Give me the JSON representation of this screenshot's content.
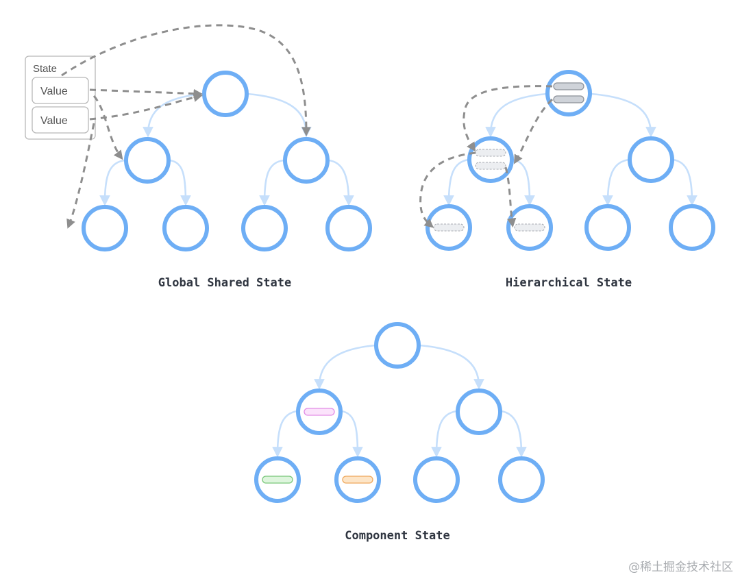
{
  "diagrams": {
    "global": {
      "title": "Global Shared State"
    },
    "hierarchical": {
      "title": "Hierarchical State"
    },
    "component": {
      "title": "Component State"
    }
  },
  "state_store": {
    "label": "State",
    "values": [
      "Value",
      "Value"
    ]
  },
  "watermark": "@稀土掘金技术社区",
  "colors": {
    "node_stroke": "#6eaef5",
    "edge": "#c6dffb",
    "flow_arrow": "#8e8e8e",
    "pill_gray": "#cfd3d9",
    "pill_pink": "#e28ce5",
    "pill_green": "#79c77a",
    "pill_orange": "#efa85c"
  }
}
